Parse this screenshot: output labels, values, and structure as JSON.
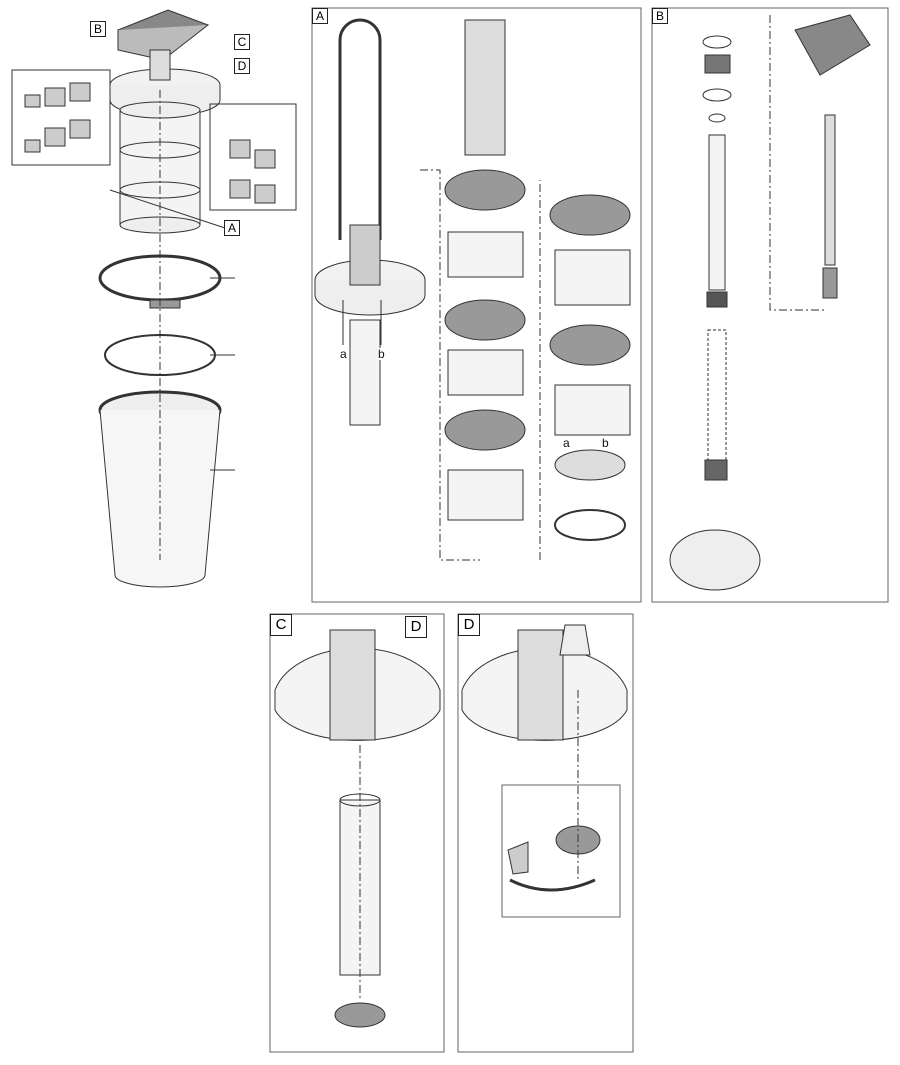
{
  "overview": {
    "callouts": [
      {
        "id": "B",
        "label": "B"
      },
      {
        "id": "C",
        "label": "C"
      },
      {
        "id": "D",
        "label": "D"
      },
      {
        "id": "A",
        "label": "A"
      }
    ]
  },
  "panels": [
    {
      "id": "A",
      "label": "A",
      "sub_labels": [
        "a",
        "b",
        "a",
        "b"
      ]
    },
    {
      "id": "B",
      "label": "B"
    },
    {
      "id": "C",
      "label": "C",
      "inner_label": "D"
    },
    {
      "id": "D",
      "label": "D"
    }
  ],
  "colors": {
    "line": "#333333",
    "fill": "#f2f2f2",
    "dark": "#555555"
  }
}
